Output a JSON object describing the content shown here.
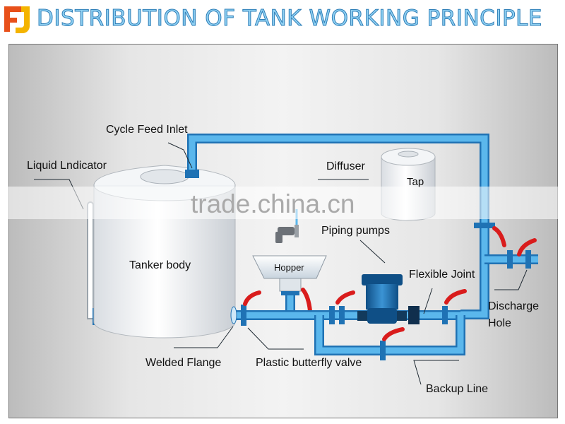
{
  "title": "DISTRIBUTION OF TANK WORKING PRINCIPLE",
  "logo": {
    "letters": "FJ",
    "colors": [
      "#e8501a",
      "#f4b400"
    ]
  },
  "labels": {
    "cycle_feed_inlet": "Cycle Feed Inlet",
    "liquid_indicator": "Liquid Lndicator",
    "diffuser": "Diffuser",
    "tap": "Tap",
    "piping_pumps": "Piping pumps",
    "tanker_body": "Tanker body",
    "hopper": "Hopper",
    "flexible_joint": "Flexible Joint",
    "discharge_hole_line1": "Discharge",
    "discharge_hole_line2": "Hole",
    "welded_flange": "Welded Flange",
    "plastic_butterfly_valve": "Plastic butterfly valve",
    "backup_line": "Backup Line"
  },
  "watermark": "trade.china.cn",
  "colors": {
    "pipe": "#5bb7ec",
    "pipe_edge": "#1f72b4",
    "valve_handle": "#d91c1c",
    "pump": "#1d6fb0"
  }
}
